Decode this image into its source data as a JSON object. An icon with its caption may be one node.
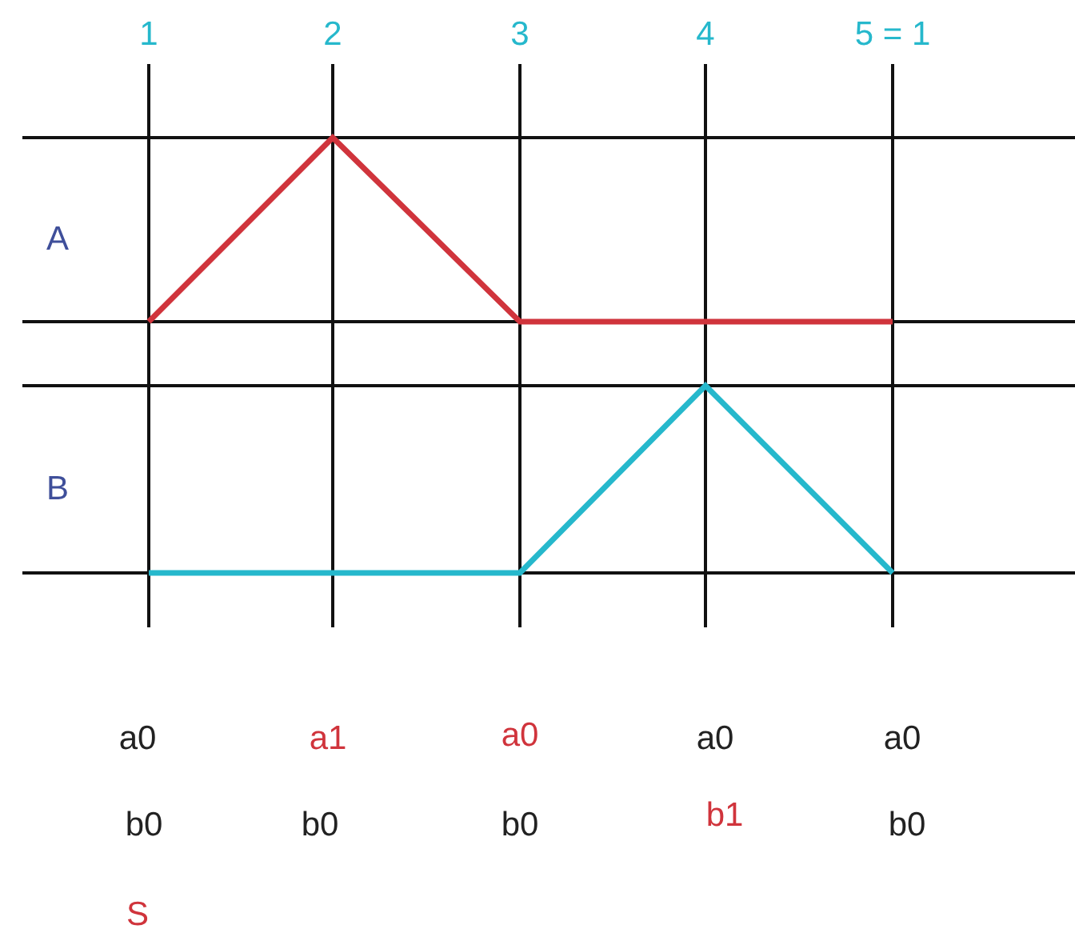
{
  "diagram": {
    "labels": [
      "1",
      "2",
      "3",
      "4",
      "5 = 1",
      "A",
      "B",
      "a0",
      "a1",
      "a0",
      "a0",
      "a0",
      "b0",
      "b0",
      "b0",
      "b1",
      "b0",
      "S"
    ]
  }
}
